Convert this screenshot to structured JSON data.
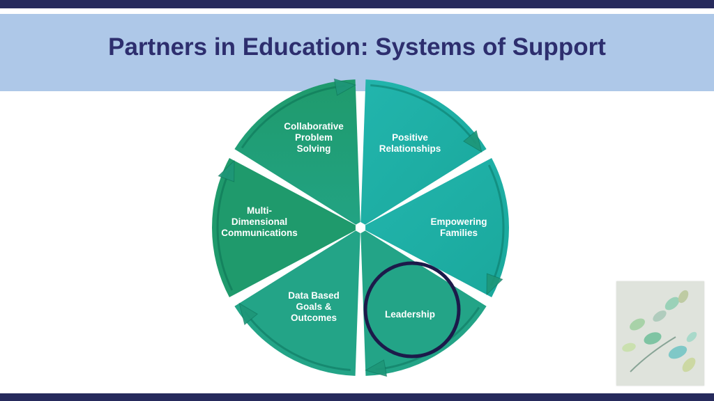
{
  "slide": {
    "title": "Partners in Education: Systems of Support"
  },
  "cycle": {
    "segments": [
      {
        "id": "collaborative",
        "lines": [
          "Collaborative",
          "Problem",
          "Solving"
        ]
      },
      {
        "id": "positive",
        "lines": [
          "Positive",
          "Relationships"
        ]
      },
      {
        "id": "empowering",
        "lines": [
          "Empowering",
          "Families"
        ]
      },
      {
        "id": "leadership",
        "lines": [
          "Leadership"
        ],
        "highlighted": true
      },
      {
        "id": "data",
        "lines": [
          "Data Based",
          "Goals &",
          "Outcomes"
        ]
      },
      {
        "id": "multi",
        "lines": [
          "Multi-",
          "Dimensional",
          "Communications"
        ]
      }
    ],
    "colors": {
      "dark_green": "#1f9a6c",
      "mid_green": "#23a487",
      "teal": "#1fb0a8",
      "highlight_ring": "#1c1a4a"
    }
  },
  "decoration": {
    "image": "leaves-illustration-icon"
  }
}
